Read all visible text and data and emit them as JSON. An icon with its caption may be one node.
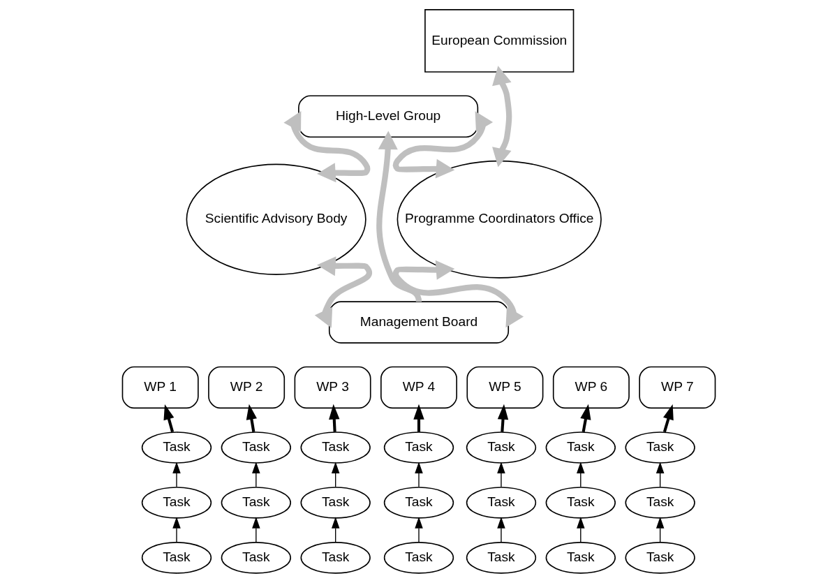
{
  "diagram": {
    "nodes": [
      {
        "text": [
          "European Commission"
        ]
      },
      {
        "text": [
          "High-Level Group"
        ]
      },
      {
        "text": [
          "Scientific Advisory Body"
        ]
      },
      {
        "text": [
          "Programme Coordinators Office"
        ]
      },
      {
        "text": [
          "Management Board"
        ]
      },
      {
        "text": [
          "WP 1"
        ]
      },
      {
        "text": [
          "WP 2"
        ]
      },
      {
        "text": [
          "WP 3"
        ]
      },
      {
        "text": [
          "WP 4"
        ]
      },
      {
        "text": [
          "WP 5"
        ]
      },
      {
        "text": [
          "WP 6"
        ]
      },
      {
        "text": [
          "WP 7"
        ]
      },
      {
        "text": [
          "Task"
        ]
      },
      {
        "text": [
          "Task"
        ]
      },
      {
        "text": [
          "Task"
        ]
      },
      {
        "text": [
          "Task"
        ]
      },
      {
        "text": [
          "Task"
        ]
      },
      {
        "text": [
          "Task"
        ]
      },
      {
        "text": [
          "Task"
        ]
      },
      {
        "text": [
          "Task"
        ]
      },
      {
        "text": [
          "Task"
        ]
      },
      {
        "text": [
          "Task"
        ]
      },
      {
        "text": [
          "Task"
        ]
      },
      {
        "text": [
          "Task"
        ]
      },
      {
        "text": [
          "Task"
        ]
      },
      {
        "text": [
          "Task"
        ]
      },
      {
        "text": [
          "Task"
        ]
      },
      {
        "text": [
          "Task"
        ]
      },
      {
        "text": [
          "Task"
        ]
      },
      {
        "text": [
          "Task"
        ]
      },
      {
        "text": [
          "Task"
        ]
      },
      {
        "text": [
          "Task"
        ]
      },
      {
        "text": [
          "Task"
        ]
      }
    ],
    "edges": [
      {
        "from": 0,
        "to": 3,
        "arrow": "both",
        "style": "thick",
        "color": "#bfbfbf"
      },
      {
        "from": 2,
        "to": 1,
        "arrow": "both",
        "style": "thick",
        "color": "#bfbfbf"
      },
      {
        "from": 1,
        "to": 3,
        "arrow": "both",
        "style": "thick",
        "color": "#bfbfbf"
      },
      {
        "from": 4,
        "to": 1,
        "arrow": "to",
        "style": "thick",
        "color": "#bfbfbf"
      },
      {
        "from": 2,
        "to": 4,
        "arrow": "both",
        "style": "thick",
        "color": "#bfbfbf"
      },
      {
        "from": 4,
        "to": 3,
        "arrow": "both",
        "style": "thick",
        "color": "#bfbfbf"
      },
      {
        "from": 12,
        "to": 5,
        "arrow": "to",
        "style": "thick"
      },
      {
        "from": 13,
        "to": 6,
        "arrow": "to",
        "style": "thick"
      },
      {
        "from": 14,
        "to": 7,
        "arrow": "to",
        "style": "thick"
      },
      {
        "from": 15,
        "to": 8,
        "arrow": "to",
        "style": "thick"
      },
      {
        "from": 16,
        "to": 9,
        "arrow": "to",
        "style": "thick"
      },
      {
        "from": 17,
        "to": 10,
        "arrow": "to",
        "style": "thick"
      },
      {
        "from": 18,
        "to": 11,
        "arrow": "to",
        "style": "thick"
      },
      {
        "from": 19,
        "to": 12,
        "arrow": "to"
      },
      {
        "from": 20,
        "to": 13,
        "arrow": "to"
      },
      {
        "from": 21,
        "to": 14,
        "arrow": "to"
      },
      {
        "from": 22,
        "to": 15,
        "arrow": "to"
      },
      {
        "from": 23,
        "to": 16,
        "arrow": "to"
      },
      {
        "from": 24,
        "to": 17,
        "arrow": "to"
      },
      {
        "from": 25,
        "to": 18,
        "arrow": "to"
      },
      {
        "from": 26,
        "to": 19,
        "arrow": "to"
      },
      {
        "from": 27,
        "to": 20,
        "arrow": "to"
      },
      {
        "from": 28,
        "to": 21,
        "arrow": "to"
      },
      {
        "from": 29,
        "to": 22,
        "arrow": "to"
      },
      {
        "from": 30,
        "to": 23,
        "arrow": "to"
      },
      {
        "from": 31,
        "to": 24,
        "arrow": "to"
      },
      {
        "from": 32,
        "to": 25,
        "arrow": "to"
      }
    ]
  }
}
